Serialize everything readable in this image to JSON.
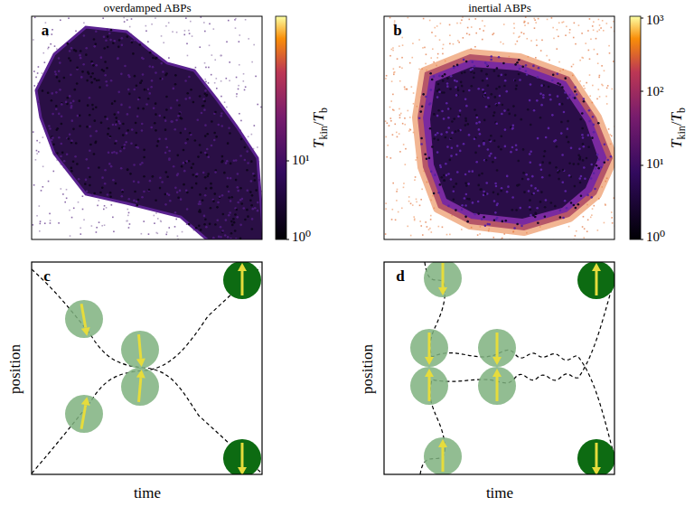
{
  "diagram": {
    "labels": [
      "overdamped ABPs",
      "inertial ABPs",
      "a",
      "b",
      "10¹",
      "10⁰",
      "T",
      "kin",
      "/",
      "T",
      "b",
      "10³",
      "10²",
      "10¹",
      "10⁰",
      "T",
      "kin",
      "/",
      "T",
      "b",
      "c",
      "position",
      "time",
      "d",
      "position",
      "time"
    ]
  }
}
